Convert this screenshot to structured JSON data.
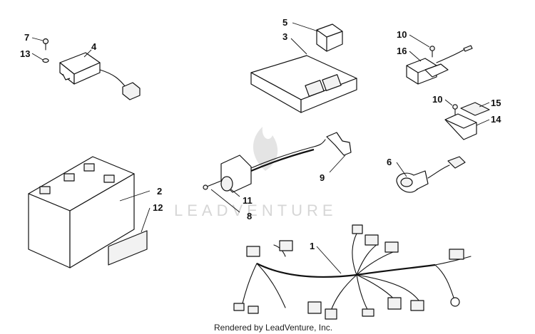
{
  "callouts": {
    "c1": "1",
    "c2": "2",
    "c3": "3",
    "c4": "4",
    "c5": "5",
    "c6": "6",
    "c7": "7",
    "c8": "8",
    "c9": "9",
    "c10a": "10",
    "c10b": "10",
    "c11": "11",
    "c12": "12",
    "c13": "13",
    "c14": "14",
    "c15": "15",
    "c16": "16"
  },
  "watermark": {
    "text": "LEADVENTURE"
  },
  "footer": {
    "text": "Rendered by LeadVenture, Inc."
  }
}
